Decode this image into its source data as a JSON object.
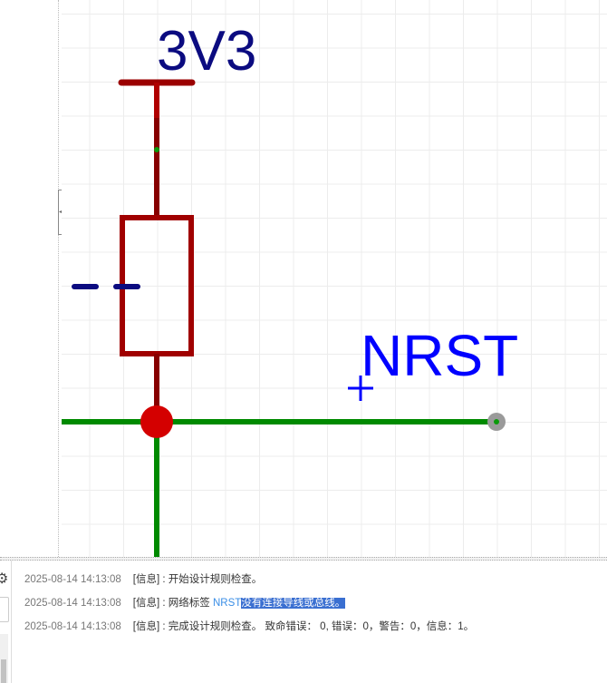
{
  "schematic": {
    "power_label": "3V3",
    "net_label": "NRST",
    "colors": {
      "wire": "#008a00",
      "pin": "#9b0000",
      "power_text": "#0b0b80",
      "net_text": "#0000ff",
      "junction": "#d40000"
    }
  },
  "log": {
    "entries": [
      {
        "time": "2025-08-14 14:13:08",
        "level": "[信息]",
        "sep": " : ",
        "text": "开始设计规则检查。"
      },
      {
        "time": "2025-08-14 14:13:08",
        "level": "[信息]",
        "sep": " : ",
        "pre": "网络标签 ",
        "link": "NRST",
        "highlight": "没有连接导线或总线。"
      },
      {
        "time": "2025-08-14 14:13:08",
        "level": "[信息]",
        "sep": " : ",
        "text": "完成设计规则检查。 致命错误： 0, 错误：0，警告：0，信息：1。"
      }
    ]
  }
}
